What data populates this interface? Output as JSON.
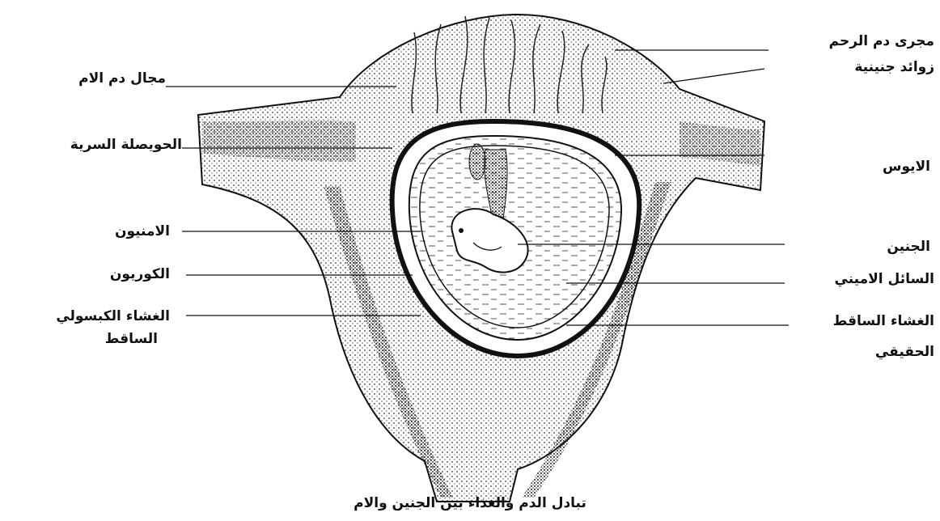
{
  "labels_left": {
    "maternal_blood_space": "مجال دم الام",
    "yolk_sac": "الحويصلة السرية",
    "amnion": "الامنيون",
    "chorion": "الكوريون",
    "capsular_decidua_1": "الغشاء الكبسولي",
    "capsular_decidua_2": "الساقط"
  },
  "labels_right": {
    "uterine_blood_flow": "مجرى دم الرحم",
    "chorionic_villi": "زوائد جنينية",
    "decidua_basalis": "الايوس",
    "embryo": "الجنين",
    "amniotic_fluid": "السائل الاميني",
    "true_decidua_1": "الغشاء الساقط",
    "true_decidua_2": "الحقيقي"
  },
  "caption": "تبادل الدم والغذاء بين الجنين والام",
  "colors": {
    "ink": "#111111",
    "stipple": "#3a3a3a",
    "paper": "#ffffff"
  }
}
